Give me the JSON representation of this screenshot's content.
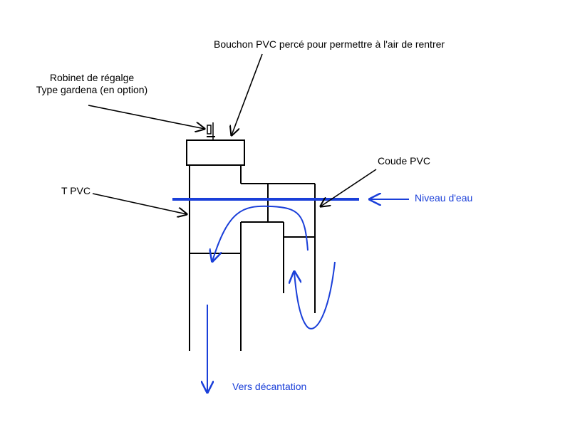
{
  "labels": {
    "bouchon": "Bouchon PVC percé pour permettre à l'air de rentrer",
    "robinet_line1": "Robinet de régalge",
    "robinet_line2": "Type gardena (en option)",
    "coude": "Coude PVC",
    "t_pvc": "T PVC",
    "niveau": "Niveau d'eau",
    "vers": "Vers décantation"
  },
  "colors": {
    "line": "#000000",
    "water": "#1a3fd9",
    "annotation": "#1a3fd9",
    "background": "#ffffff"
  }
}
